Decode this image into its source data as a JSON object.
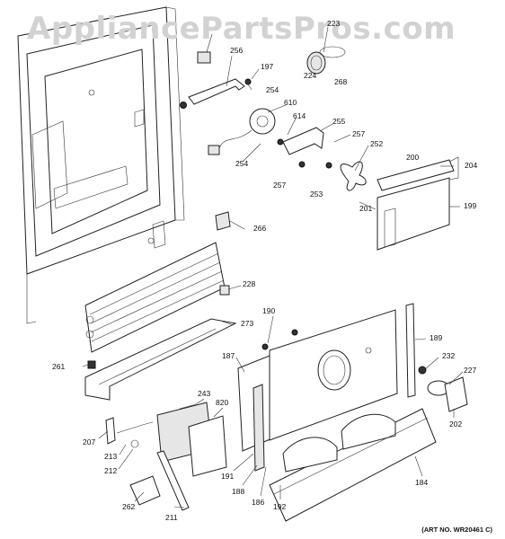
{
  "watermark": "AppliancePartsPros.com",
  "art_number": "(ART NO. WR20461 C)",
  "callouts": [
    {
      "id": "c223",
      "text": "223"
    },
    {
      "id": "c256",
      "text": "256"
    },
    {
      "id": "c197",
      "text": "197"
    },
    {
      "id": "c224",
      "text": "224"
    },
    {
      "id": "c268",
      "text": "268"
    },
    {
      "id": "c254a",
      "text": "254"
    },
    {
      "id": "c610",
      "text": "610"
    },
    {
      "id": "c614",
      "text": "614"
    },
    {
      "id": "c255",
      "text": "255"
    },
    {
      "id": "c257a",
      "text": "257"
    },
    {
      "id": "c252",
      "text": "252"
    },
    {
      "id": "c254b",
      "text": "254"
    },
    {
      "id": "c200",
      "text": "200"
    },
    {
      "id": "c204",
      "text": "204"
    },
    {
      "id": "c257b",
      "text": "257"
    },
    {
      "id": "c253",
      "text": "253"
    },
    {
      "id": "c201",
      "text": "201"
    },
    {
      "id": "c199",
      "text": "199"
    },
    {
      "id": "c266",
      "text": "266"
    },
    {
      "id": "c228",
      "text": "228"
    },
    {
      "id": "c273",
      "text": "273"
    },
    {
      "id": "c190",
      "text": "190"
    },
    {
      "id": "c189",
      "text": "189"
    },
    {
      "id": "c261",
      "text": "261"
    },
    {
      "id": "c187",
      "text": "187"
    },
    {
      "id": "c232",
      "text": "232"
    },
    {
      "id": "c227",
      "text": "227"
    },
    {
      "id": "c243",
      "text": "243"
    },
    {
      "id": "c820",
      "text": "820"
    },
    {
      "id": "c202",
      "text": "202"
    },
    {
      "id": "c207",
      "text": "207"
    },
    {
      "id": "c213",
      "text": "213"
    },
    {
      "id": "c212",
      "text": "212"
    },
    {
      "id": "c191",
      "text": "191"
    },
    {
      "id": "c184",
      "text": "184"
    },
    {
      "id": "c188",
      "text": "188"
    },
    {
      "id": "c186",
      "text": "186"
    },
    {
      "id": "c192",
      "text": "192"
    },
    {
      "id": "c262",
      "text": "262"
    },
    {
      "id": "c211",
      "text": "211"
    }
  ]
}
